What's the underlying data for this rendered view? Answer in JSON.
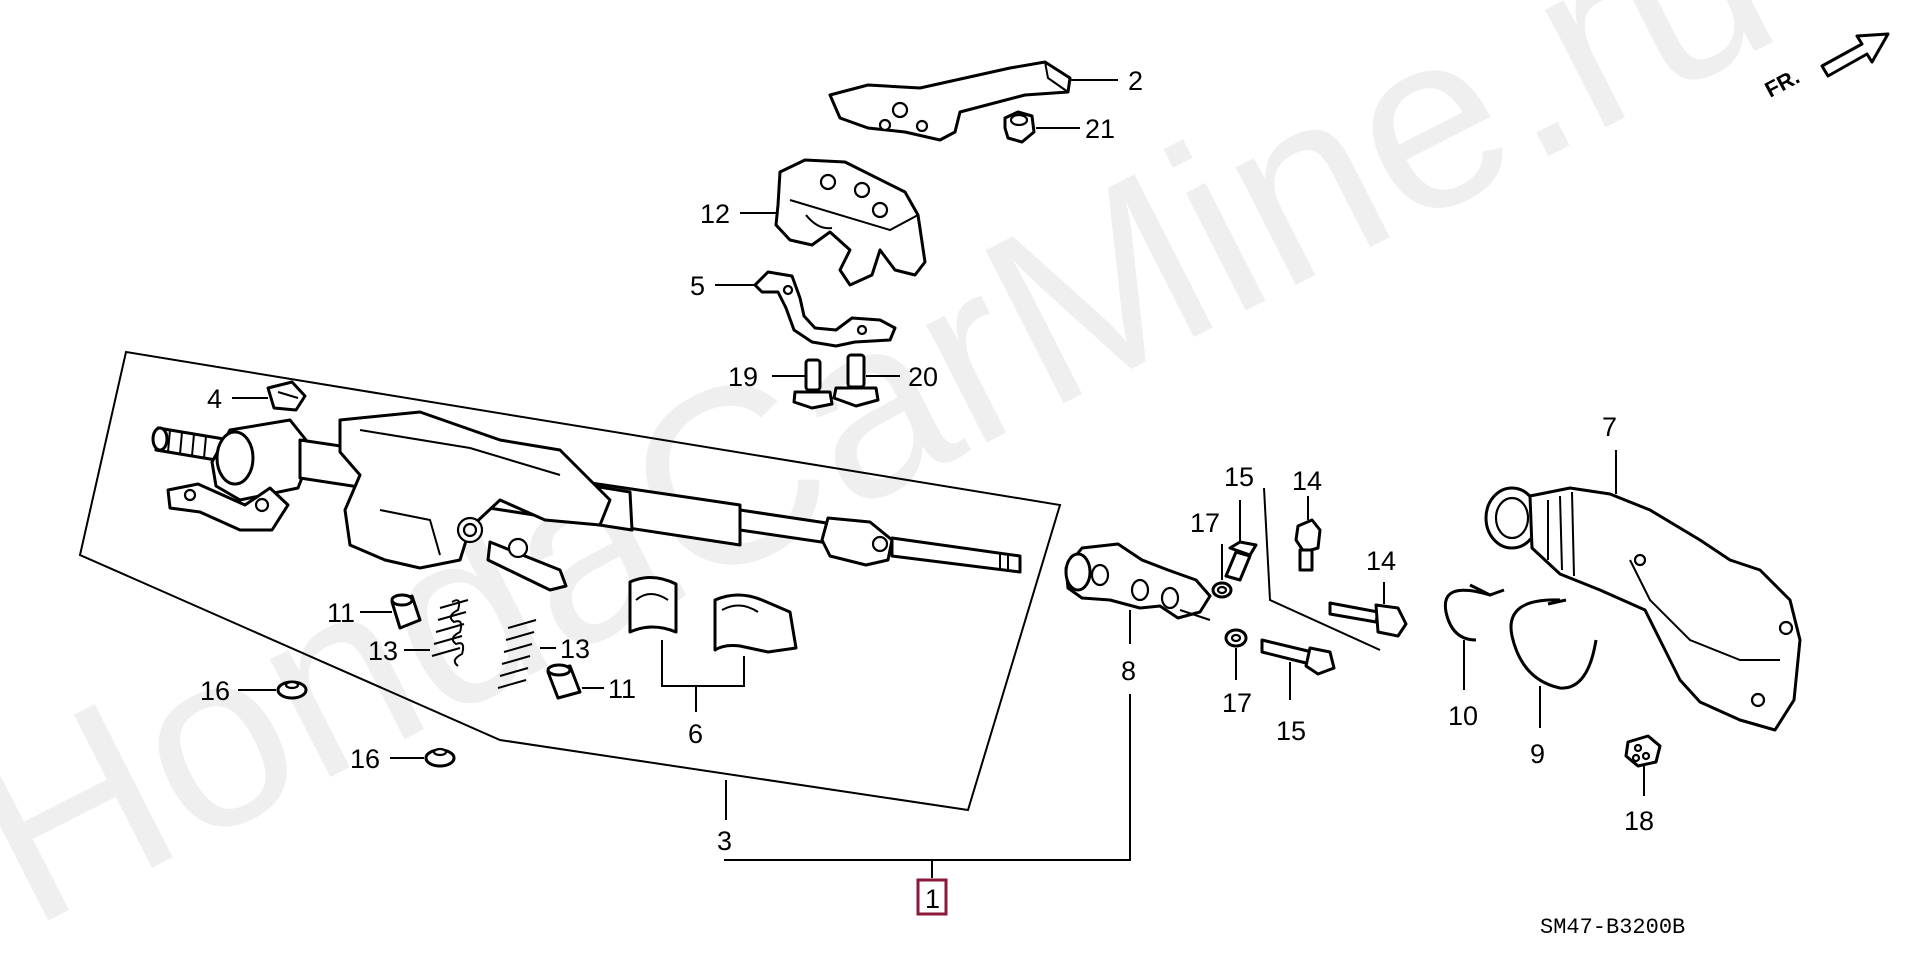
{
  "watermark": "HondaCarMine.ru",
  "direction_label": "FR.",
  "diagram_code": "SM47-B3200B",
  "callouts": {
    "c1": "1",
    "c2": "2",
    "c3": "3",
    "c4": "4",
    "c5": "5",
    "c6": "6",
    "c7": "7",
    "c8": "8",
    "c9": "9",
    "c10": "10",
    "c11": "11",
    "c12": "12",
    "c13": "13",
    "c14": "14",
    "c15": "15",
    "c16": "16",
    "c17": "17",
    "c18": "18",
    "c19": "19",
    "c20": "20",
    "c21": "21"
  },
  "colors": {
    "highlight_box": "#8b1a3a",
    "line": "#000000"
  }
}
